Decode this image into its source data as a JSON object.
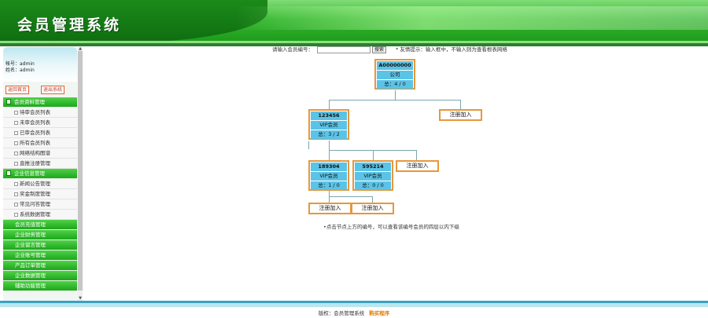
{
  "header": {
    "title": "会员管理系统"
  },
  "user": {
    "account": "帐号：admin",
    "name": "姓名：admin"
  },
  "sidebar_buttons": {
    "home": "返回首页",
    "logout": "退出系统"
  },
  "menu": [
    {
      "label": "会员资料管理",
      "items": [
        "待审会员列表",
        "未审会员列表",
        "已审会员列表",
        "所有会员列表",
        "网络结构图谱",
        "直推注册管理"
      ]
    },
    {
      "label": "企业信息管理",
      "items": [
        "新闻公告管理",
        "奖金制度管理",
        "常见问答管理",
        "系统数据管理"
      ]
    },
    {
      "label": "会员充值管理",
      "items": []
    },
    {
      "label": "企业财务管理",
      "items": []
    },
    {
      "label": "企业留言管理",
      "items": []
    },
    {
      "label": "企业账号管理",
      "items": []
    },
    {
      "label": "产品订单管理",
      "items": []
    },
    {
      "label": "企业数据管理",
      "items": []
    },
    {
      "label": "辅助功能管理",
      "items": []
    }
  ],
  "search": {
    "label": "请输入会员编号：",
    "value": "",
    "button": "搜索",
    "tip": "* 友情提示：输入框中，不输入则为查看根表网络"
  },
  "tree": {
    "root": {
      "id": "A00000000",
      "type": "公司",
      "total": "总：4 / 0"
    },
    "level1": {
      "id": "123456",
      "type": "VIP会员",
      "total": "总：3 / 2"
    },
    "level2a": {
      "id": "189304",
      "type": "VIP会员",
      "total": "总：1 / 0"
    },
    "level2b": {
      "id": "595214",
      "type": "VIP会员",
      "total": "总：0 / 0"
    },
    "register_label": "注册加入"
  },
  "note": "•点击节点上方的编号，可以查看该编号会员的四层以内下级",
  "footer": {
    "copyright": "版权：会员管理系统",
    "link": "购买程序"
  },
  "colors": {
    "header_green": "#1c9a1a",
    "node_blue": "#5bc3e6",
    "node_border": "#e8973a",
    "accent_orange": "#e07a00"
  }
}
